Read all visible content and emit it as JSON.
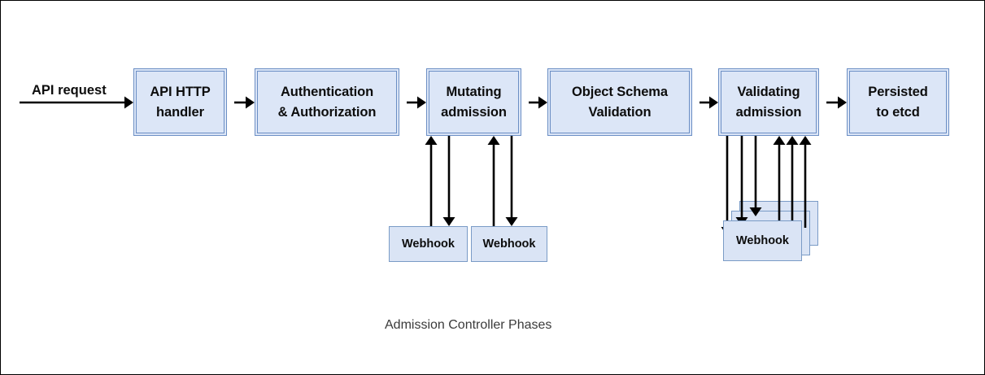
{
  "diagram": {
    "caption": "Admission Controller Phases",
    "entry_label": "API request",
    "colors": {
      "box_fill": "#dce6f7",
      "box_border": "#6b8ec4",
      "webhook_fill": "#dae4f5",
      "webhook_border": "#7a9bc6",
      "arrow": "#000000",
      "text": "#0d0d0d",
      "caption_text": "#3a3a3a",
      "frame_border": "#000000",
      "background": "#ffffff"
    },
    "phases": [
      {
        "id": "api-http-handler",
        "lines": [
          "API HTTP",
          "handler"
        ]
      },
      {
        "id": "authentication-authorization",
        "lines": [
          "Authentication",
          "& Authorization"
        ]
      },
      {
        "id": "mutating-admission",
        "lines": [
          "Mutating",
          "admission"
        ]
      },
      {
        "id": "object-schema-validation",
        "lines": [
          "Object Schema",
          "Validation"
        ]
      },
      {
        "id": "validating-admission",
        "lines": [
          "Validating",
          "admission"
        ]
      },
      {
        "id": "persisted-to-etcd",
        "lines": [
          "Persisted",
          "to etcd"
        ]
      }
    ],
    "webhooks": {
      "mutating": [
        {
          "id": "mutating-webhook-1",
          "label": "Webhook"
        },
        {
          "id": "mutating-webhook-2",
          "label": "Webhook"
        }
      ],
      "validating": [
        {
          "id": "validating-webhook-back-2",
          "label": ""
        },
        {
          "id": "validating-webhook-back-1",
          "label": ""
        },
        {
          "id": "validating-webhook-front",
          "label": "Webhook"
        }
      ]
    }
  }
}
